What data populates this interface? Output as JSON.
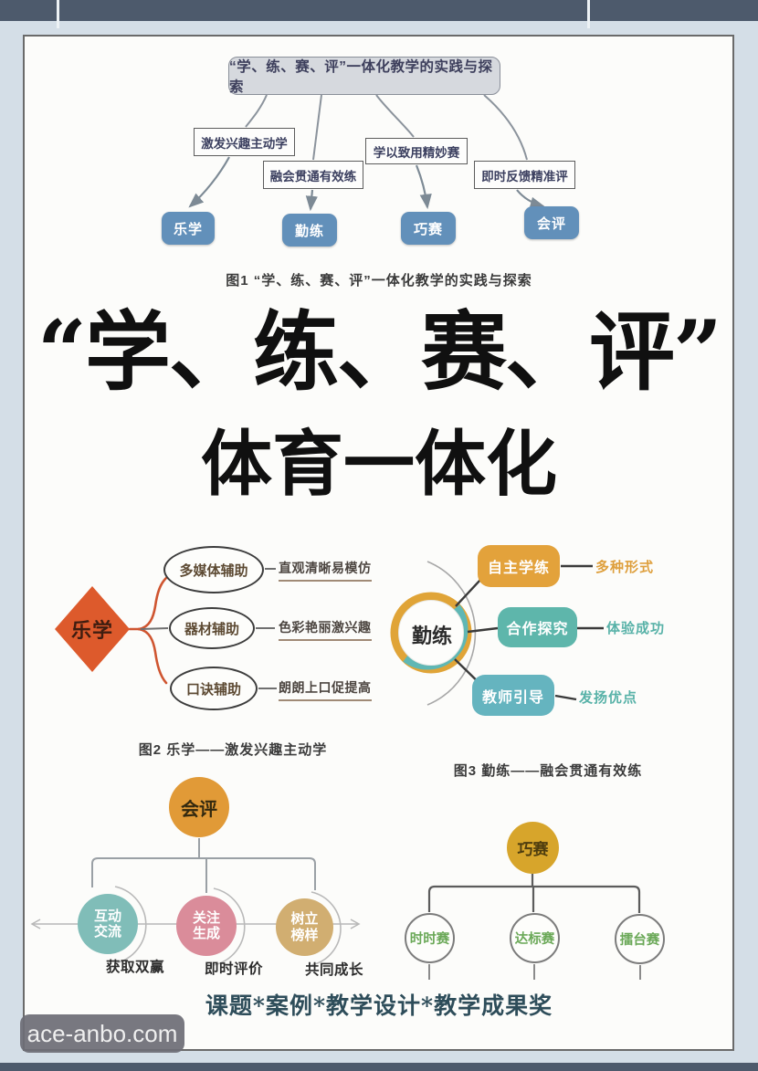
{
  "frame": {
    "watermark": "ace-anbo.com",
    "footer": "课题*案例*教学设计*教学成果奖"
  },
  "poster_title": {
    "line1": "“学、练、赛、评”",
    "line2": "体育一体化"
  },
  "fig1": {
    "title": "“学、练、赛、评”一体化教学的实践与探索",
    "caption": "图1 “学、练、赛、评”一体化教学的实践与探索",
    "branches": [
      {
        "label": "激发兴趣主动学",
        "node": "乐学"
      },
      {
        "label": "融会贯通有效练",
        "node": "勤练"
      },
      {
        "label": "学以致用精妙赛",
        "node": "巧赛"
      },
      {
        "label": "即时反馈精准评",
        "node": "会评"
      }
    ]
  },
  "fig2": {
    "center": "乐学",
    "caption": "图2 乐学——激发兴趣主动学",
    "items": [
      {
        "node": "多媒体辅助",
        "note": "直观清晰易模仿"
      },
      {
        "node": "器材辅助",
        "note": "色彩艳丽激兴趣"
      },
      {
        "node": "口诀辅助",
        "note": "朗朗上口促提高"
      }
    ]
  },
  "fig3": {
    "center": "勤练",
    "caption": "图3 勤练——融会贯通有效练",
    "items": [
      {
        "node": "自主学练",
        "note": "多种形式"
      },
      {
        "node": "合作探究",
        "note": "体验成功"
      },
      {
        "node": "教师引导",
        "note": "发扬优点"
      }
    ]
  },
  "fig4": {
    "center": "会评",
    "items": [
      {
        "node": "互动\n交流",
        "note": "获取双赢"
      },
      {
        "node": "关注\n生成",
        "note": "即时评价"
      },
      {
        "node": "树立\n榜样",
        "note": "共同成长"
      }
    ]
  },
  "fig5": {
    "center": "巧赛",
    "items": [
      {
        "node": "时时赛"
      },
      {
        "node": "达标赛"
      },
      {
        "node": "擂台赛"
      }
    ]
  },
  "colors": {
    "top_bar": "#4d5a6c",
    "node_blue": "#6290ba",
    "diamond_orange": "#dd5a2c",
    "ring_gold": "#e0a437",
    "ring_teal": "#5fb7b4",
    "box_gold": "#e3a23b",
    "box_teal": "#5eb6ab",
    "circle_gold": "#e19a37",
    "circle_teal": "#80bdb8",
    "circle_pink": "#da8c9a",
    "circle_tan": "#d1ae71",
    "race_green": "#6aa857",
    "footer_teal": "#2e4d5a"
  }
}
